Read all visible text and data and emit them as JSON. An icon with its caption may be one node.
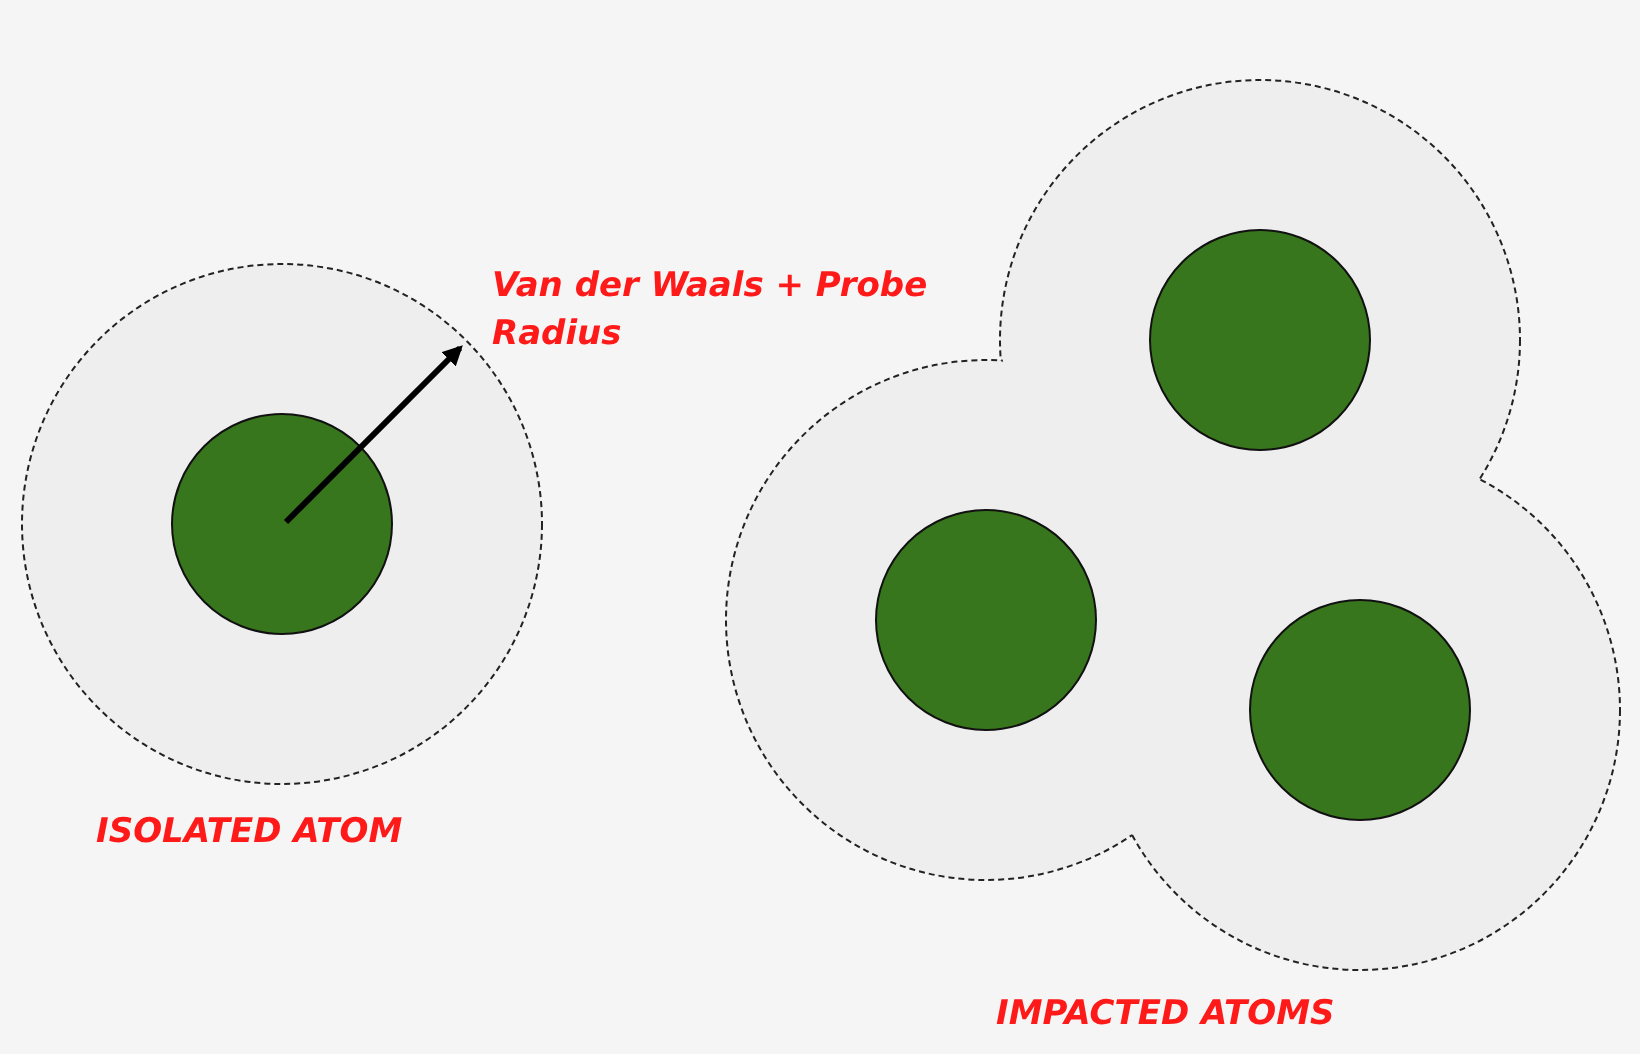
{
  "diagram": {
    "labels": [
      "Van der Waals + Probe Radius",
      "ISOLATED ATOM",
      "IMPACTED ATOMS"
    ]
  }
}
